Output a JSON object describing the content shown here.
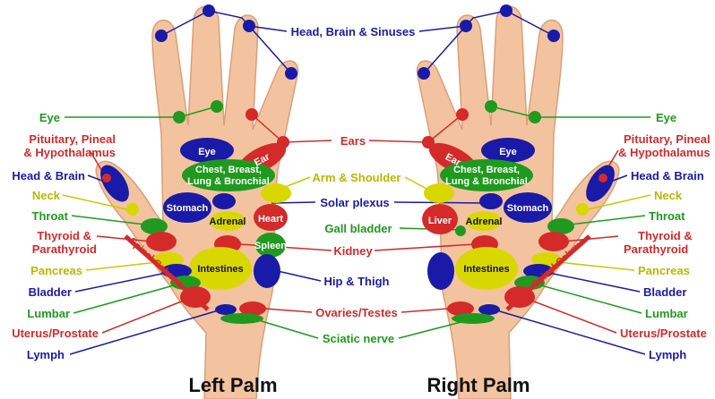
{
  "titles": {
    "left": "Left Palm",
    "right": "Right Palm"
  },
  "colors": {
    "blue": "#1a1aa8",
    "red": "#d42a2a",
    "green": "#1f9a1f",
    "yellow": "#d8d800",
    "skin": "#f2c39e"
  },
  "center_labels": {
    "head": "Head, Brain & Sinuses",
    "ears": "Ears",
    "arm": "Arm & Shoulder",
    "solar": "Solar plexus",
    "gall": "Gall bladder",
    "kidney": "Kidney",
    "hip": "Hip & Thigh",
    "ovaries": "Ovaries/Testes",
    "sciatic": "Sciatic nerve"
  },
  "side_labels": {
    "eye": "Eye",
    "pituitary_1": "Pituitary, Pineal",
    "pituitary_2": "& Hypothalamus",
    "head_brain": "Head & Brain",
    "neck": "Neck",
    "throat": "Throat",
    "thyroid_1": "Thyroid &",
    "thyroid_2": "Parathyroid",
    "pancreas": "Pancreas",
    "bladder": "Bladder",
    "lumbar": "Lumbar",
    "uterus": "Uterus/Prostate",
    "lymph": "Lymph"
  },
  "zones": {
    "eye": "Eye",
    "ear": "Ear",
    "chest_1": "Chest, Breast,",
    "chest_2": "Lung & Bronchial",
    "stomach": "Stomach",
    "adrenal": "Adrenal",
    "heart": "Heart",
    "liver": "Liver",
    "spleen": "Spleen",
    "intestines": "Intestines",
    "spinal": "Spinal Column"
  }
}
